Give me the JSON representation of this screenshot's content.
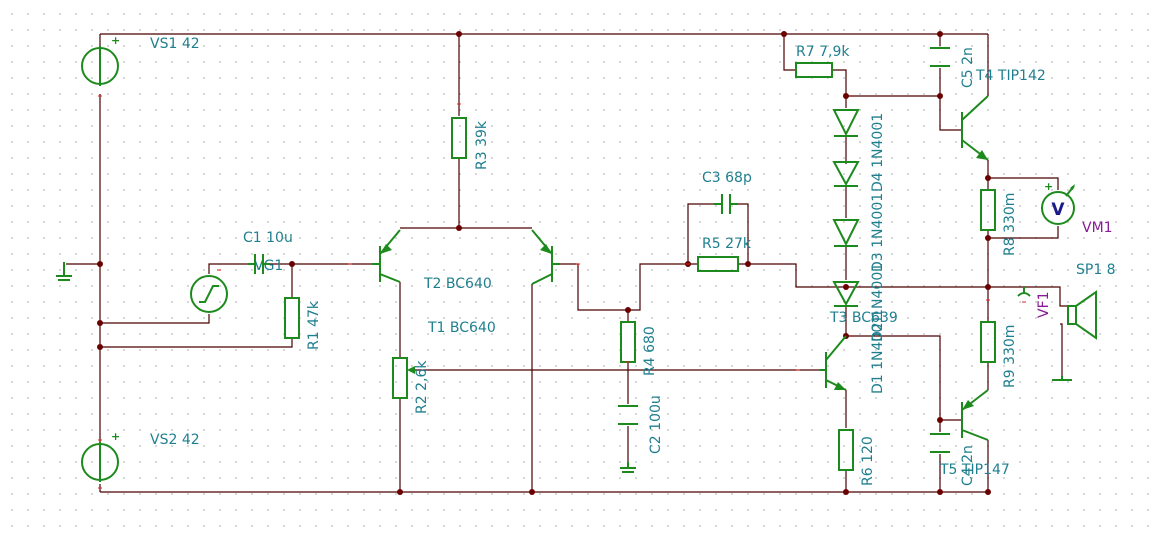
{
  "components": {
    "vs1": "VS1 42",
    "vs2": "VS2 42",
    "vg1": "VG1",
    "c1": "C1 10u",
    "r1": "R1 47k",
    "r2": "R2 2,6k",
    "r3": "R3 39k",
    "t1": "T1 BC640",
    "t2": "T2 BC640",
    "r4": "R4 680",
    "c2": "C2 100u",
    "c3": "C3 68p",
    "r5": "R5 27k",
    "r7": "R7 7,9k",
    "d1": "D1 1N4001",
    "d2": "D2 1N4001",
    "d3": "D3 1N4001",
    "d4": "D4 1N4001",
    "t3": "T3 BC639",
    "r6": "R6 120",
    "c5": "C5 2n",
    "t4": "T4 TIP142",
    "r8": "R8 330m",
    "r9": "R9 330m",
    "vm1": "VM1",
    "vf1": "VF1",
    "sp1": "SP1 8",
    "c4": "C4 2n",
    "t5": "T5 TIP147"
  },
  "symbols": {
    "plus": "+",
    "voltmeter": "V"
  }
}
